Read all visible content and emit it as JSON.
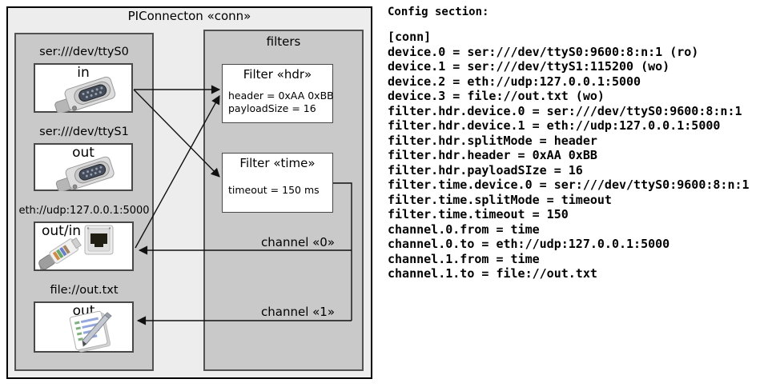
{
  "diagram": {
    "title": "PIConnecton «conn»",
    "filters_group_label": "filters",
    "devices": [
      {
        "url": "ser:///dev/ttyS0",
        "direction": "in",
        "icon": "serial-connector-icon"
      },
      {
        "url": "ser:///dev/ttyS1",
        "direction": "out",
        "icon": "serial-connector-icon"
      },
      {
        "url": "eth://udp:127.0.0.1:5000",
        "direction": "out/in",
        "icon": "ethernet-icon"
      },
      {
        "url": "file://out.txt",
        "direction": "out",
        "icon": "notepad-icon"
      }
    ],
    "filters": [
      {
        "title": "Filter «hdr»",
        "attributes": [
          "header = 0xAA 0xBB",
          "payloadSize = 16"
        ]
      },
      {
        "title": "Filter «time»",
        "attributes": [
          "timeout = 150 ms"
        ]
      }
    ],
    "channels": [
      {
        "label": "channel «0»"
      },
      {
        "label": "channel «1»"
      }
    ]
  },
  "config": {
    "heading": "Config section:",
    "section_lines": [
      "[conn]",
      "device.0 = ser:///dev/ttyS0:9600:8:n:1 (ro)",
      "device.1 = ser:///dev/ttyS1:115200 (wo)",
      "device.2 = eth://udp:127.0.0.1:5000",
      "device.3 = file://out.txt (wo)",
      "filter.hdr.device.0 = ser:///dev/ttyS0:9600:8:n:1",
      "filter.hdr.device.1 = eth://udp:127.0.0.1:5000",
      "filter.hdr.splitMode = header",
      "filter.hdr.header = 0xAA 0xBB",
      "filter.hdr.payloadSIze = 16",
      "filter.time.device.0 = ser:///dev/ttyS0:9600:8:n:1",
      "filter.time.splitMode = timeout",
      "filter.time.timeout = 150",
      "channel.0.from = time",
      "channel.0.to = eth://udp:127.0.0.1:5000",
      "channel.1.from = time",
      "channel.1.to = file://out.txt"
    ]
  }
}
